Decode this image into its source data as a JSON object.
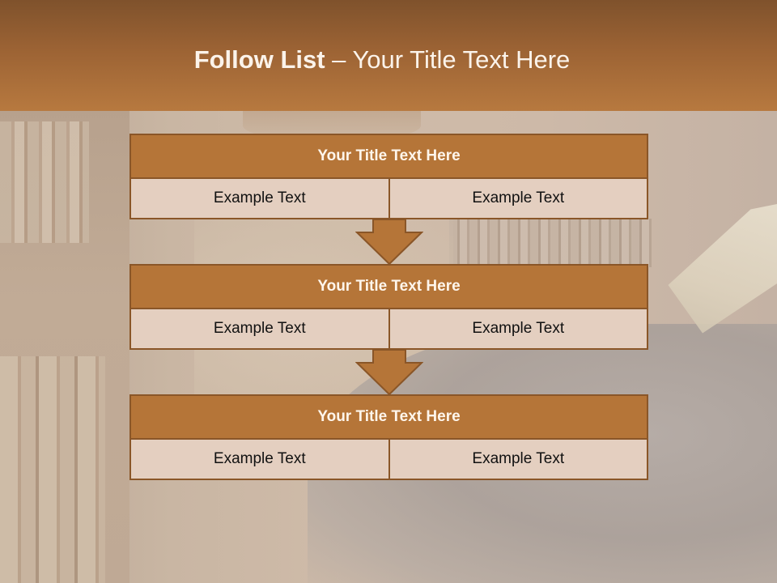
{
  "header": {
    "title_bold": "Follow List",
    "title_rest": " – Your Title Text Here"
  },
  "steps": [
    {
      "title": "Your Title Text Here",
      "cells": [
        "Example Text",
        "Example Text"
      ]
    },
    {
      "title": "Your Title Text Here",
      "cells": [
        "Example Text",
        "Example Text"
      ]
    },
    {
      "title": "Your Title Text Here",
      "cells": [
        "Example Text",
        "Example Text"
      ]
    }
  ],
  "colors": {
    "header_dark": "#7f522c",
    "header_light": "#b7793f",
    "title_bar": "#b57538",
    "cell": "#e4cfc0",
    "arrow": "#b57538",
    "border": "#8a5628"
  }
}
